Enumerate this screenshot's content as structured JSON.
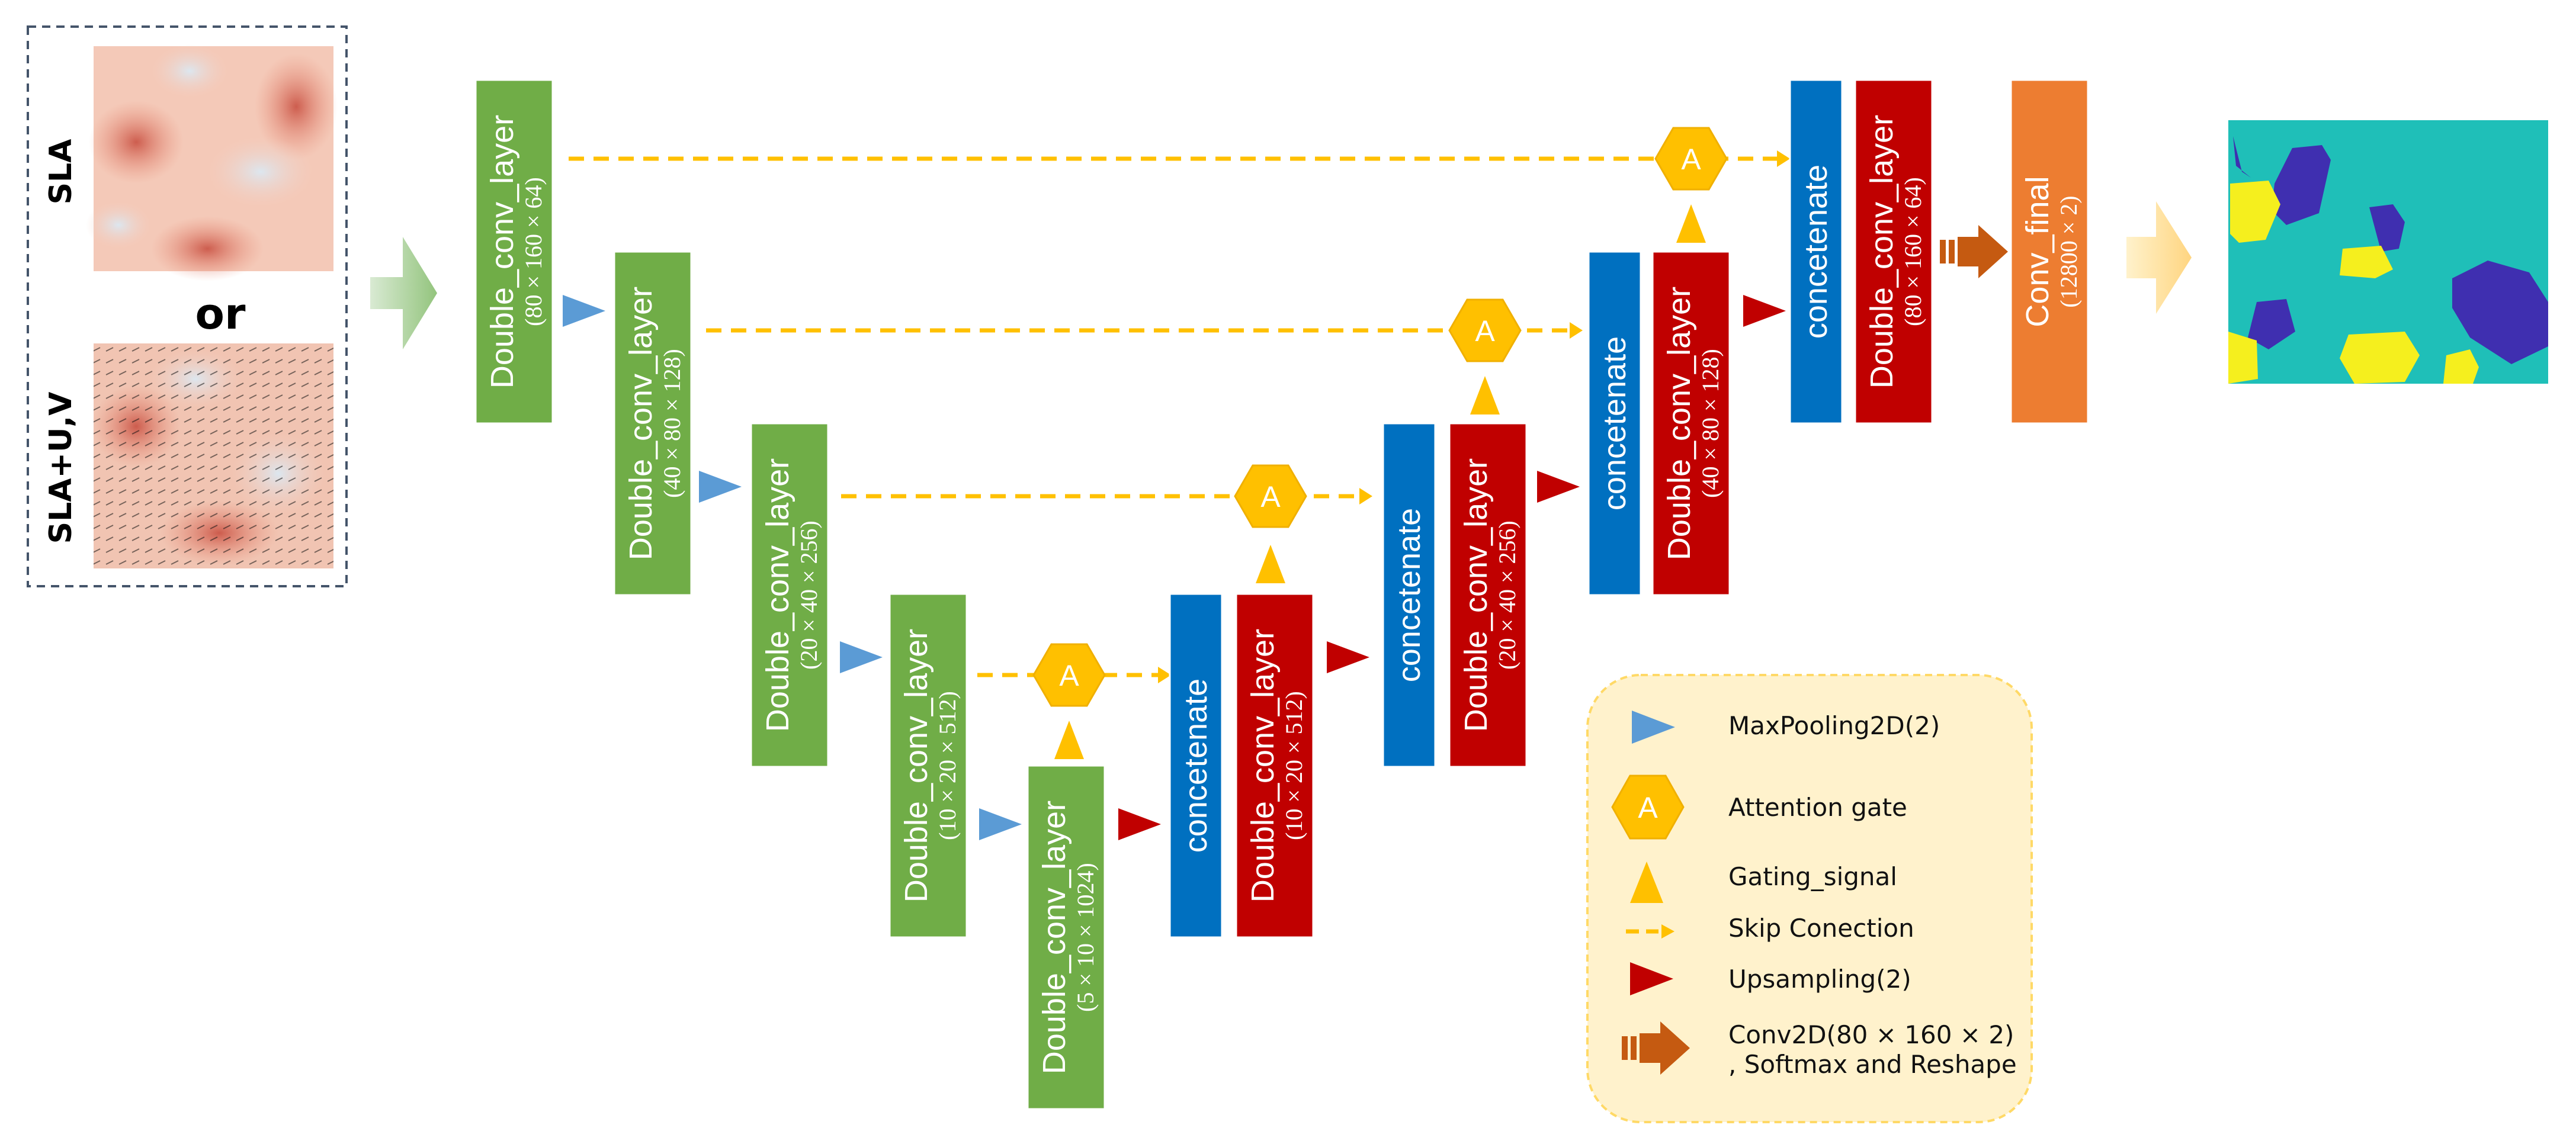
{
  "colors": {
    "encoder": "#70ad47",
    "decoder": "#c00000",
    "concat": "#0070c0",
    "final": "#ed7d31",
    "gate": "#ffc000",
    "pool": "#5b9bd5",
    "upsample": "#c00000",
    "skip": "#ffc000",
    "conv_arrow": "#c55a11",
    "legend_bg": "#fff2cc",
    "legend_border": "#ffd966",
    "seg_background": "#1fbfb8",
    "seg_class_a": "#3f2fb0",
    "seg_class_b": "#f5ef1e"
  },
  "inputs": {
    "label_top": "SLA",
    "or_text": "or",
    "label_bottom": "SLA+U,V"
  },
  "blocks": [
    {
      "id": "enc1",
      "kind": "encoder",
      "label": "Double_conv_layer",
      "sub": "(80 × 160 × 64)"
    },
    {
      "id": "enc2",
      "kind": "encoder",
      "label": "Double_conv_layer",
      "sub": "(40 × 80 × 128)"
    },
    {
      "id": "enc3",
      "kind": "encoder",
      "label": "Double_conv_layer",
      "sub": "(20 × 40 × 256)"
    },
    {
      "id": "enc4",
      "kind": "encoder",
      "label": "Double_conv_layer",
      "sub": "(10 × 20 × 512)"
    },
    {
      "id": "bott",
      "kind": "encoder",
      "label": "Double_conv_layer",
      "sub": "(5 × 10 × 1024)"
    },
    {
      "id": "cat4",
      "kind": "concat",
      "label": "concetenate",
      "sub": ""
    },
    {
      "id": "dec4",
      "kind": "decoder",
      "label": "Double_conv_layer",
      "sub": "(10 × 20 × 512)"
    },
    {
      "id": "cat3",
      "kind": "concat",
      "label": "concetenate",
      "sub": ""
    },
    {
      "id": "dec3",
      "kind": "decoder",
      "label": "Double_conv_layer",
      "sub": "(20 × 40 × 256)"
    },
    {
      "id": "cat2",
      "kind": "concat",
      "label": "concetenate",
      "sub": ""
    },
    {
      "id": "dec2",
      "kind": "decoder",
      "label": "Double_conv_layer",
      "sub": "(40 × 80 × 128)"
    },
    {
      "id": "cat1",
      "kind": "concat",
      "label": "concetenate",
      "sub": ""
    },
    {
      "id": "dec1",
      "kind": "decoder",
      "label": "Double_conv_layer",
      "sub": "(80 × 160 × 64)"
    },
    {
      "id": "final",
      "kind": "final",
      "label": "Conv_final",
      "sub": "(12800 × 2)"
    }
  ],
  "attention_gate_letter": "A",
  "legend": {
    "maxpool": "MaxPooling2D(2)",
    "attention": "Attention gate",
    "gating": "Gating_signal",
    "skip": "Skip Conection",
    "upsampling": "Upsampling(2)",
    "conv2d_line1": "Conv2D(80 × 160 × 2)",
    "conv2d_line2": ", Softmax and Reshape"
  }
}
